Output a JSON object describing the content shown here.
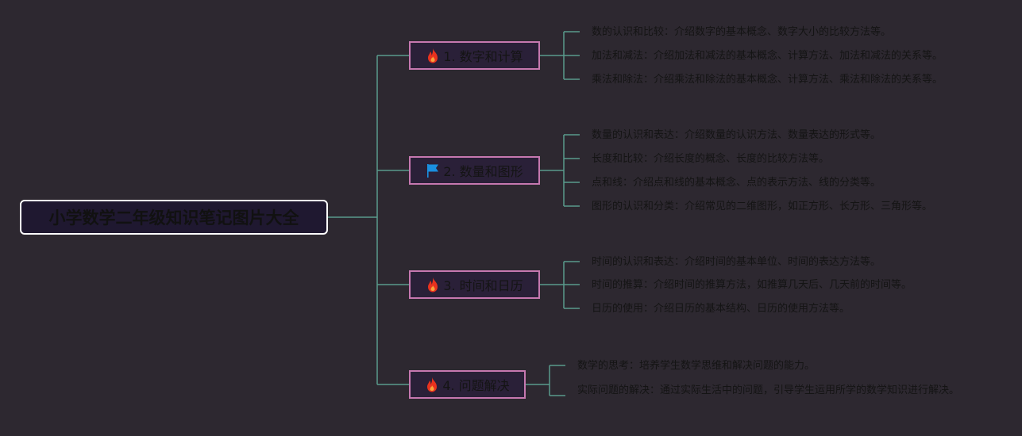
{
  "colors": {
    "background": "#2d2830",
    "connector": "#5a9a8c",
    "root_border": "#ffffff",
    "branch_border": "#c678b0",
    "text": "#141414"
  },
  "root": {
    "title": "小学数学二年级知识笔记图片大全"
  },
  "branches": [
    {
      "label": "1. 数字和计算",
      "icon": "fire-icon",
      "items": [
        "数的认识和比较：介绍数字的基本概念、数字大小的比较方法等。",
        "加法和减法：介绍加法和减法的基本概念、计算方法、加法和减法的关系等。",
        "乘法和除法：介绍乘法和除法的基本概念、计算方法、乘法和除法的关系等。"
      ]
    },
    {
      "label": "2. 数量和图形",
      "icon": "flag-icon",
      "items": [
        "数量的认识和表达：介绍数量的认识方法、数量表达的形式等。",
        "长度和比较：介绍长度的概念、长度的比较方法等。",
        "点和线：介绍点和线的基本概念、点的表示方法、线的分类等。",
        "图形的认识和分类：介绍常见的二维图形，如正方形、长方形、三角形等。"
      ]
    },
    {
      "label": "3. 时间和日历",
      "icon": "fire-icon",
      "items": [
        "时间的认识和表达：介绍时间的基本单位、时间的表达方法等。",
        "时间的推算：介绍时间的推算方法，如推算几天后、几天前的时间等。",
        "日历的使用：介绍日历的基本结构、日历的使用方法等。"
      ]
    },
    {
      "label": "4. 问题解决",
      "icon": "fire-icon",
      "items": [
        "数学的思考：培养学生数学思维和解决问题的能力。",
        "实际问题的解决：通过实际生活中的问题，引导学生运用所学的数学知识进行解决。"
      ]
    }
  ]
}
